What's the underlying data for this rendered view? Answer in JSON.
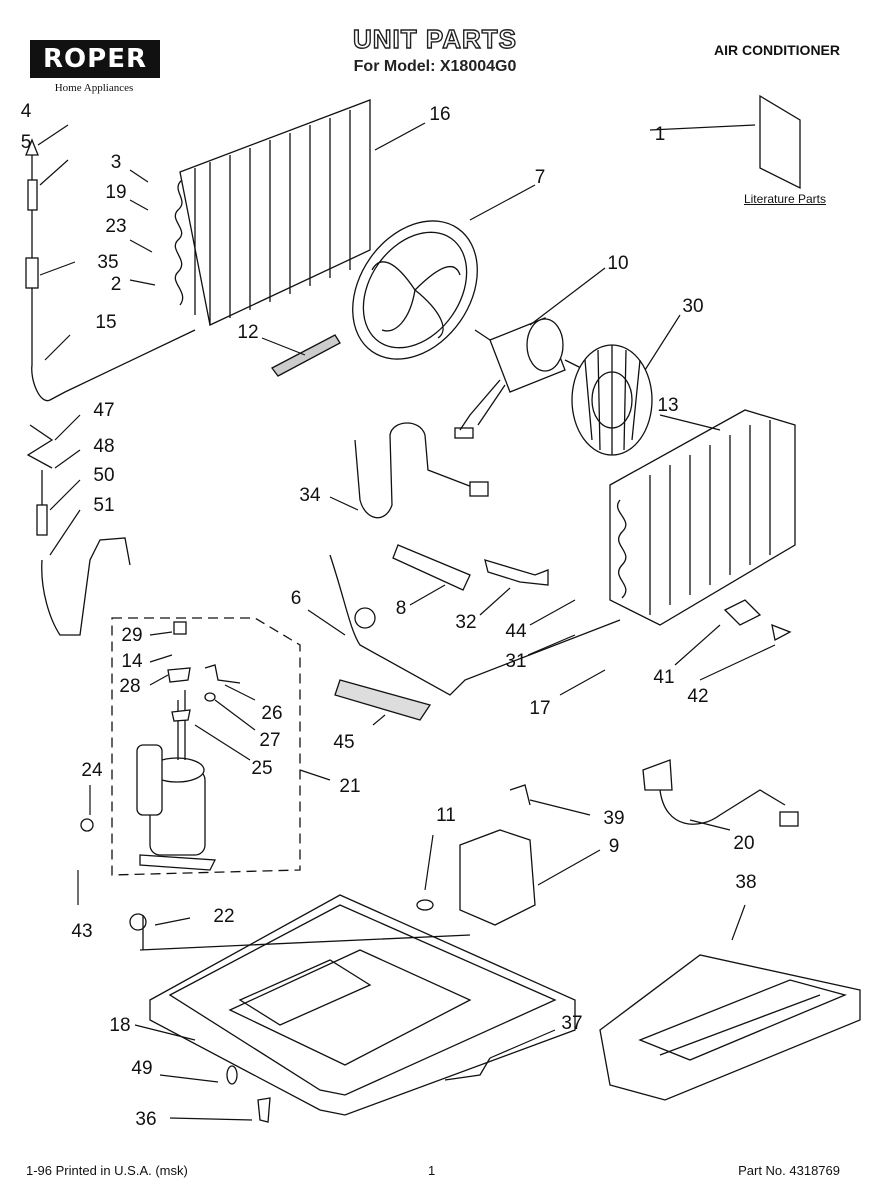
{
  "header": {
    "brand": "ROPER",
    "brand_sub": "Home Appliances",
    "title": "UNIT PARTS",
    "model_line": "For Model: X18004G0",
    "category": "AIR CONDITIONER"
  },
  "literature_label": "Literature Parts",
  "footer": {
    "print_info": "1-96 Printed in U.S.A. (msk)",
    "page": "1",
    "part_no": "Part No. 4318769"
  },
  "callouts": [
    "4",
    "5",
    "3",
    "19",
    "23",
    "35",
    "2",
    "15",
    "16",
    "7",
    "1",
    "10",
    "30",
    "12",
    "13",
    "47",
    "48",
    "50",
    "51",
    "34",
    "6",
    "8",
    "32",
    "44",
    "31",
    "29",
    "14",
    "28",
    "26",
    "27",
    "25",
    "41",
    "42",
    "17",
    "45",
    "21",
    "24",
    "11",
    "39",
    "9",
    "20",
    "38",
    "22",
    "43",
    "18",
    "37",
    "49",
    "36"
  ]
}
